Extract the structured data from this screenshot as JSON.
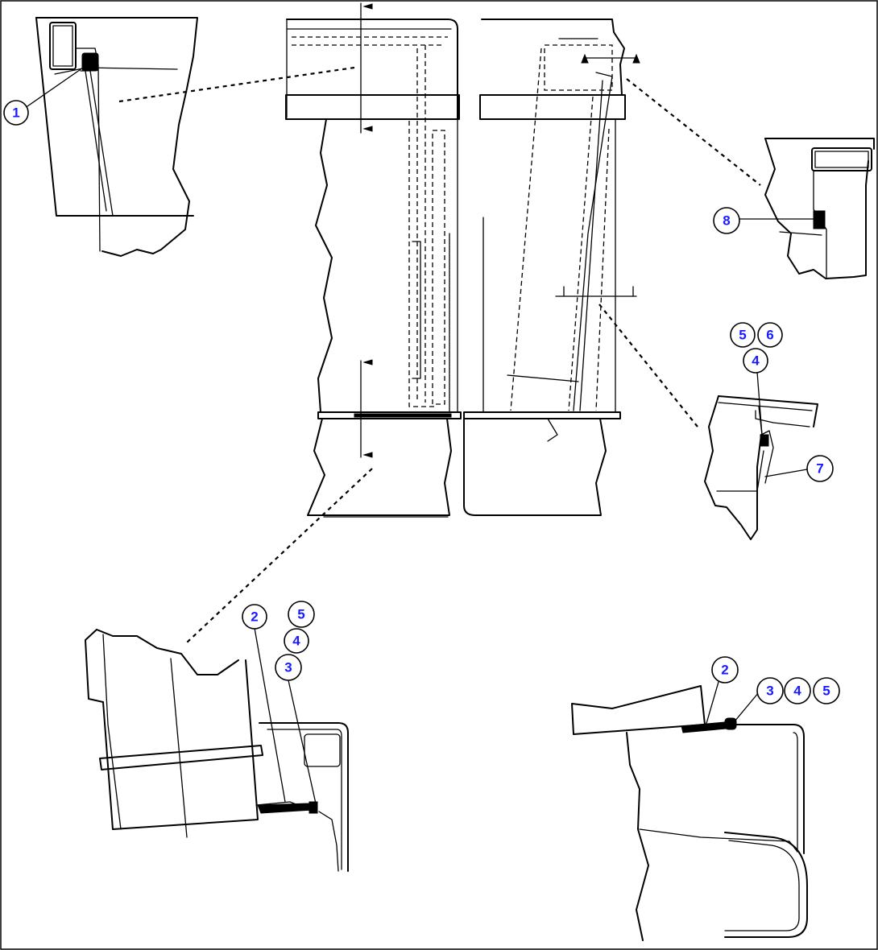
{
  "colors": {
    "line": "#000000",
    "callout_text": "#1a1aff",
    "background": "#ffffff"
  },
  "callouts": [
    {
      "id": "c1",
      "label": "1"
    },
    {
      "id": "c8",
      "label": "8"
    },
    {
      "id": "c5a",
      "label": "5"
    },
    {
      "id": "c6",
      "label": "6"
    },
    {
      "id": "c4a",
      "label": "4"
    },
    {
      "id": "c7",
      "label": "7"
    },
    {
      "id": "c2a",
      "label": "2"
    },
    {
      "id": "c5b",
      "label": "5"
    },
    {
      "id": "c4b",
      "label": "4"
    },
    {
      "id": "c3a",
      "label": "3"
    },
    {
      "id": "c2b",
      "label": "2"
    },
    {
      "id": "c3b",
      "label": "3"
    },
    {
      "id": "c4c",
      "label": "4"
    },
    {
      "id": "c5c",
      "label": "5"
    }
  ]
}
